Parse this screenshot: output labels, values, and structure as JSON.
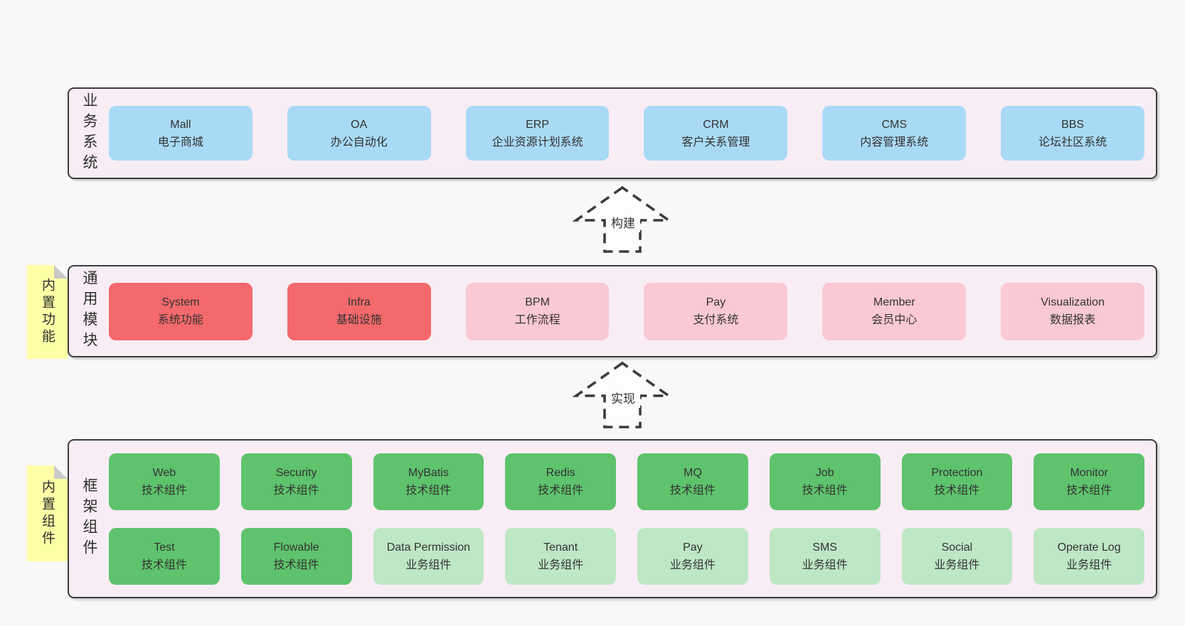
{
  "colors": {
    "page_bg": "#f8f8f8",
    "panel_bg": "#f9edf5",
    "panel_border": "#3c3c3c",
    "system_blue": "#a9daf5",
    "core_red": "#f4696c",
    "module_pink": "#fac9d3",
    "tech_green": "#5ec36c",
    "biz_light_green": "#bee7c5",
    "note_yellow": "#ffffa6",
    "text": "#333333"
  },
  "business": {
    "label": "业务系统",
    "boxes": [
      {
        "name": "Mall",
        "desc": "电子商城"
      },
      {
        "name": "OA",
        "desc": "办公自动化"
      },
      {
        "name": "ERP",
        "desc": "企业资源计划系统"
      },
      {
        "name": "CRM",
        "desc": "客户关系管理"
      },
      {
        "name": "CMS",
        "desc": "内容管理系统"
      },
      {
        "name": "BBS",
        "desc": "论坛社区系统"
      }
    ]
  },
  "modules": {
    "label": "通用模块",
    "note": "内置功能",
    "boxes": [
      {
        "name": "System",
        "desc": "系统功能"
      },
      {
        "name": "Infra",
        "desc": "基础设施"
      },
      {
        "name": "BPM",
        "desc": "工作流程"
      },
      {
        "name": "Pay",
        "desc": "支付系统"
      },
      {
        "name": "Member",
        "desc": "会员中心"
      },
      {
        "name": "Visualization",
        "desc": "数据报表"
      }
    ]
  },
  "components": {
    "label": "框架组件",
    "note": "内置组件",
    "boxes": [
      {
        "name": "Web",
        "desc": "技术组件"
      },
      {
        "name": "Security",
        "desc": "技术组件"
      },
      {
        "name": "MyBatis",
        "desc": "技术组件"
      },
      {
        "name": "Redis",
        "desc": "技术组件"
      },
      {
        "name": "MQ",
        "desc": "技术组件"
      },
      {
        "name": "Job",
        "desc": "技术组件"
      },
      {
        "name": "Protection",
        "desc": "技术组件"
      },
      {
        "name": "Monitor",
        "desc": "技术组件"
      },
      {
        "name": "Test",
        "desc": "技术组件"
      },
      {
        "name": "Flowable",
        "desc": "技术组件"
      },
      {
        "name": "Data Permission",
        "desc": "业务组件"
      },
      {
        "name": "Tenant",
        "desc": "业务组件"
      },
      {
        "name": "Pay",
        "desc": "业务组件"
      },
      {
        "name": "SMS",
        "desc": "业务组件"
      },
      {
        "name": "Social",
        "desc": "业务组件"
      },
      {
        "name": "Operate Log",
        "desc": "业务组件"
      }
    ]
  },
  "arrows": {
    "build": "构建",
    "implement": "实现"
  }
}
